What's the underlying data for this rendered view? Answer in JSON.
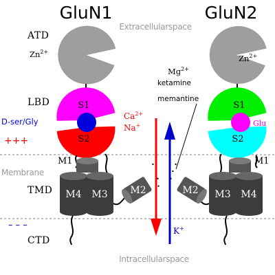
{
  "titles": {
    "left": "GluN1",
    "right": "GluN2"
  },
  "spaces": {
    "extracellular": "Extracellularspace",
    "membrane": "Membrane",
    "intracellular": "Intracellularspace"
  },
  "region_labels": {
    "atd": "ATD",
    "lbd": "LBD",
    "tmd": "TMD",
    "ctd": "CTD"
  },
  "charges": {
    "plus": "+++",
    "minus": "– – –"
  },
  "ligands": {
    "zn": "Zn",
    "zn_sup": "2+",
    "dser_gly": "D-ser/Gly",
    "glu": "Glu",
    "mg": "Mg",
    "mg_sup": "2+",
    "ketamine": "ketamine",
    "memantine": "memantine"
  },
  "domains": {
    "s1": "S1",
    "s2": "S2",
    "m1": "M1",
    "m2": "M2",
    "m3": "M3",
    "m4": "M4"
  },
  "ions": {
    "ca": "Ca",
    "ca_sup": "2+",
    "na": "Na",
    "na_sup": "+",
    "k": "K",
    "k_sup": "+"
  },
  "colors": {
    "atd_gray": "#9e9e9e",
    "glun1_s1": "#ff00ff",
    "glun1_s2": "#ff0000",
    "glun2_s1": "#00ee00",
    "glun2_s2": "#00ffff",
    "gly_site": "#0000dd",
    "glu_site": "#ff00ff",
    "tmd_dark": "#3c3c3c",
    "tmd_mid": "#555555",
    "inflow_arrow": "#ff0000",
    "outflow_arrow": "#0000cc",
    "charge_plus": "#ff0000",
    "charge_minus": "#0000cc",
    "dser_gly_text": "#0000dd",
    "glu_text": "#ff00ff",
    "ca_na_text": "#ff0000",
    "k_text": "#0000cc",
    "membrane_line": "#9a9a9a"
  }
}
